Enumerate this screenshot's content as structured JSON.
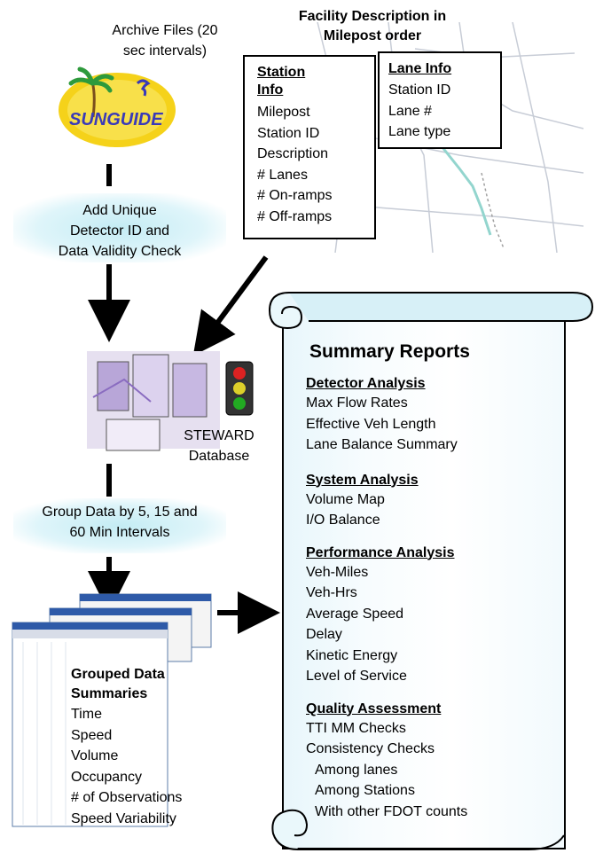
{
  "archive_label": [
    "Archive Files (20",
    "sec intervals)"
  ],
  "logo_text": "SUNGUIDE",
  "facility_title": [
    "Facility Description in",
    "Milepost order"
  ],
  "station_info": {
    "title": [
      "Station",
      "Info"
    ],
    "items": [
      "Milepost",
      "Station ID",
      "Description",
      "# Lanes",
      "# On-ramps",
      "# Off-ramps"
    ]
  },
  "lane_info": {
    "title": "Lane Info",
    "items": [
      "Station ID",
      "Lane #",
      "Lane type"
    ]
  },
  "step_add_id": [
    "Add Unique",
    "Detector ID and",
    "Data Validity Check"
  ],
  "steward": [
    "STEWARD",
    "Database"
  ],
  "step_group": [
    "Group Data by 5, 15 and",
    "60 Min Intervals"
  ],
  "grouped": {
    "title": [
      "Grouped Data",
      "Summaries"
    ],
    "items": [
      "Time",
      "Speed",
      "Volume",
      "Occupancy",
      "# of Observations",
      "Speed Variability"
    ]
  },
  "summary": {
    "title": "Summary Reports",
    "sections": [
      {
        "heading": "Detector Analysis",
        "items": [
          "Max Flow Rates",
          "Effective Veh Length",
          "Lane Balance Summary"
        ]
      },
      {
        "heading": "System Analysis",
        "items": [
          "Volume Map",
          "I/O Balance"
        ]
      },
      {
        "heading": "Performance Analysis",
        "items": [
          "Veh-Miles",
          "Veh-Hrs",
          "Average Speed",
          "Delay",
          "Kinetic Energy",
          "Level of Service"
        ]
      },
      {
        "heading": "Quality Assessment",
        "items": [
          "TTI MM Checks",
          "Consistency Checks",
          "Among lanes",
          "Among Stations",
          "With other FDOT counts"
        ]
      }
    ]
  },
  "colors": {
    "glow": "#c4ecf4",
    "scroll": "#e8f6fb",
    "logo_yellow": "#f5d21a",
    "logo_palm": "#2e9a3c",
    "logo_text": "#3a3ab8"
  }
}
